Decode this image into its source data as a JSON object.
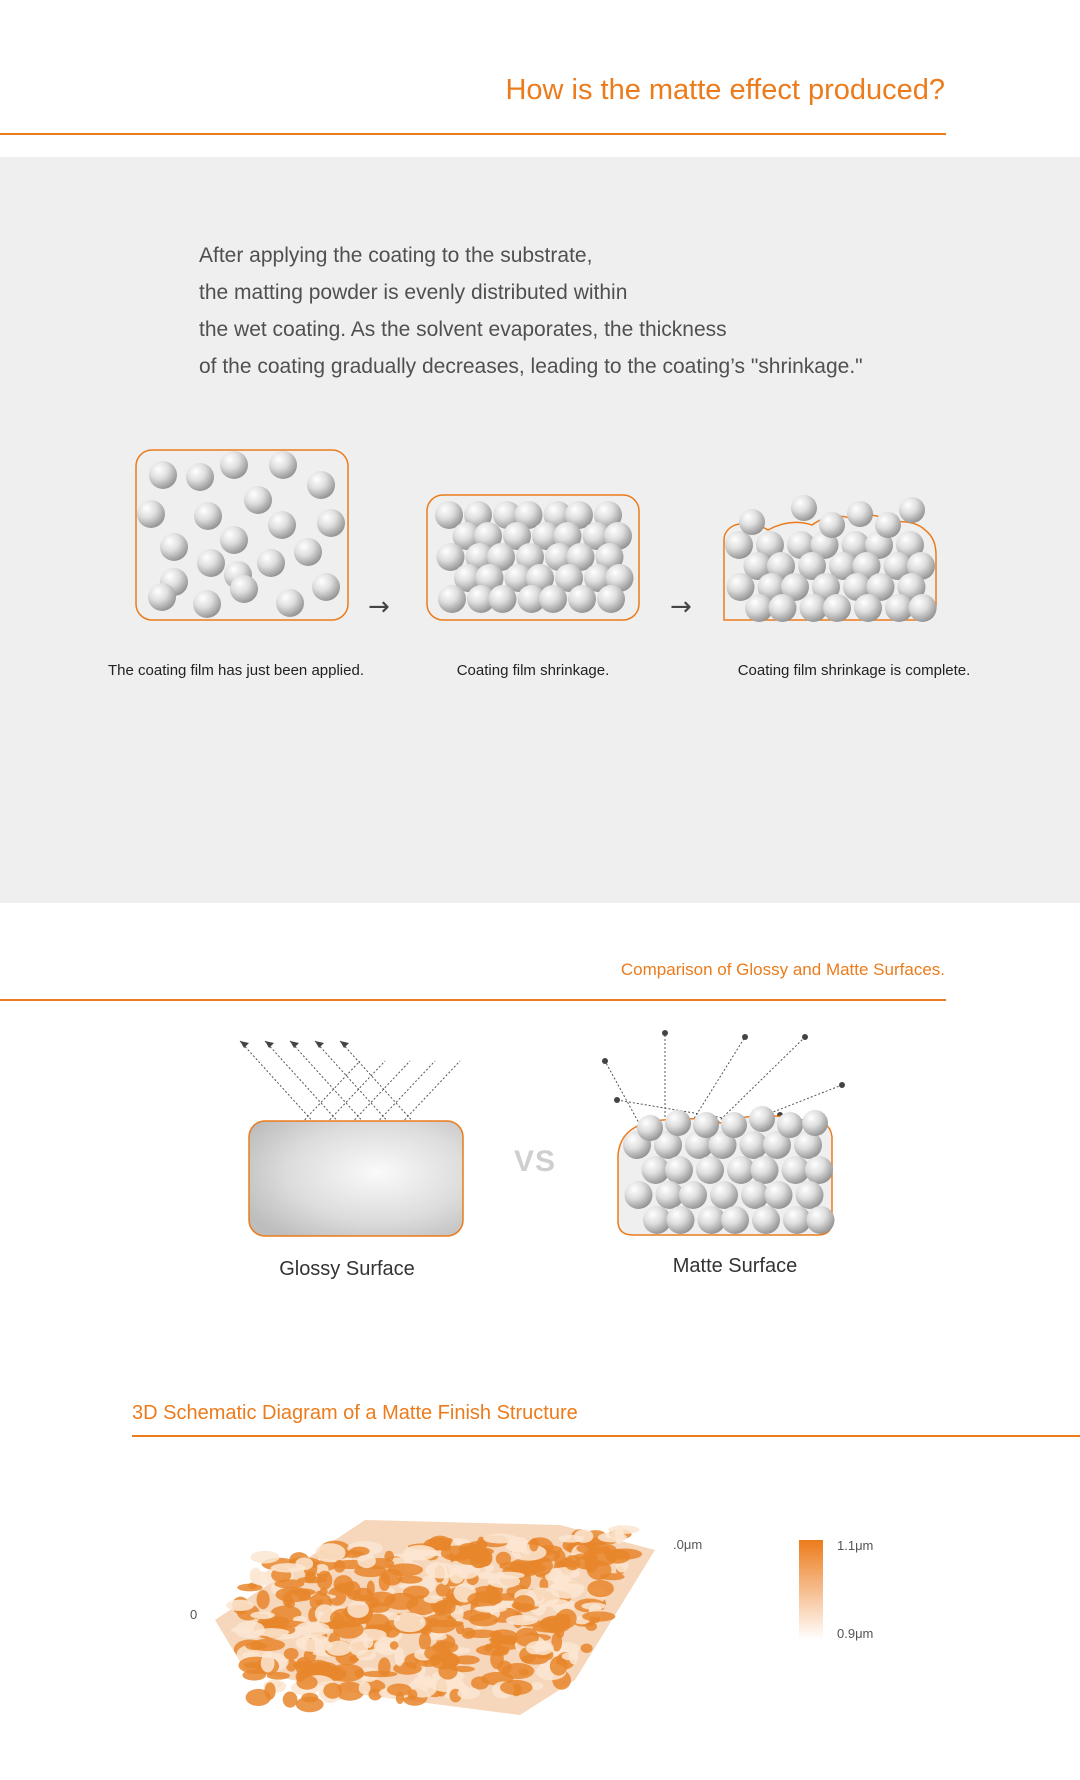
{
  "section1": {
    "title": "How is the matte effect produced?",
    "intro_lines": [
      "After applying the coating to the substrate,",
      "the matting powder is evenly distributed within",
      "the wet coating. As the solvent evaporates, the thickness",
      "of the coating gradually decreases, leading to the coating’s \"shrinkage.\""
    ],
    "stages": [
      {
        "caption": "The coating film has just been applied."
      },
      {
        "caption": "Coating film shrinkage."
      },
      {
        "caption": "Coating film shrinkage is complete."
      }
    ],
    "arrow_icon": "arrow-right-icon"
  },
  "section2": {
    "title": "Comparison of Glossy and Matte Surfaces.",
    "glossy_label": "Glossy Surface",
    "vs_label": "VS",
    "matte_label": "Matte Surface"
  },
  "section3": {
    "title": "3D Schematic Diagram of a Matte Finish Structure",
    "axis_zero": "0",
    "axis_max": ".0μm",
    "scale_high": "1.1μm",
    "scale_low": "0.9μm"
  },
  "colors": {
    "accent": "#ec7b1c",
    "panel_gray": "#efefef",
    "text_gray": "#505050"
  }
}
